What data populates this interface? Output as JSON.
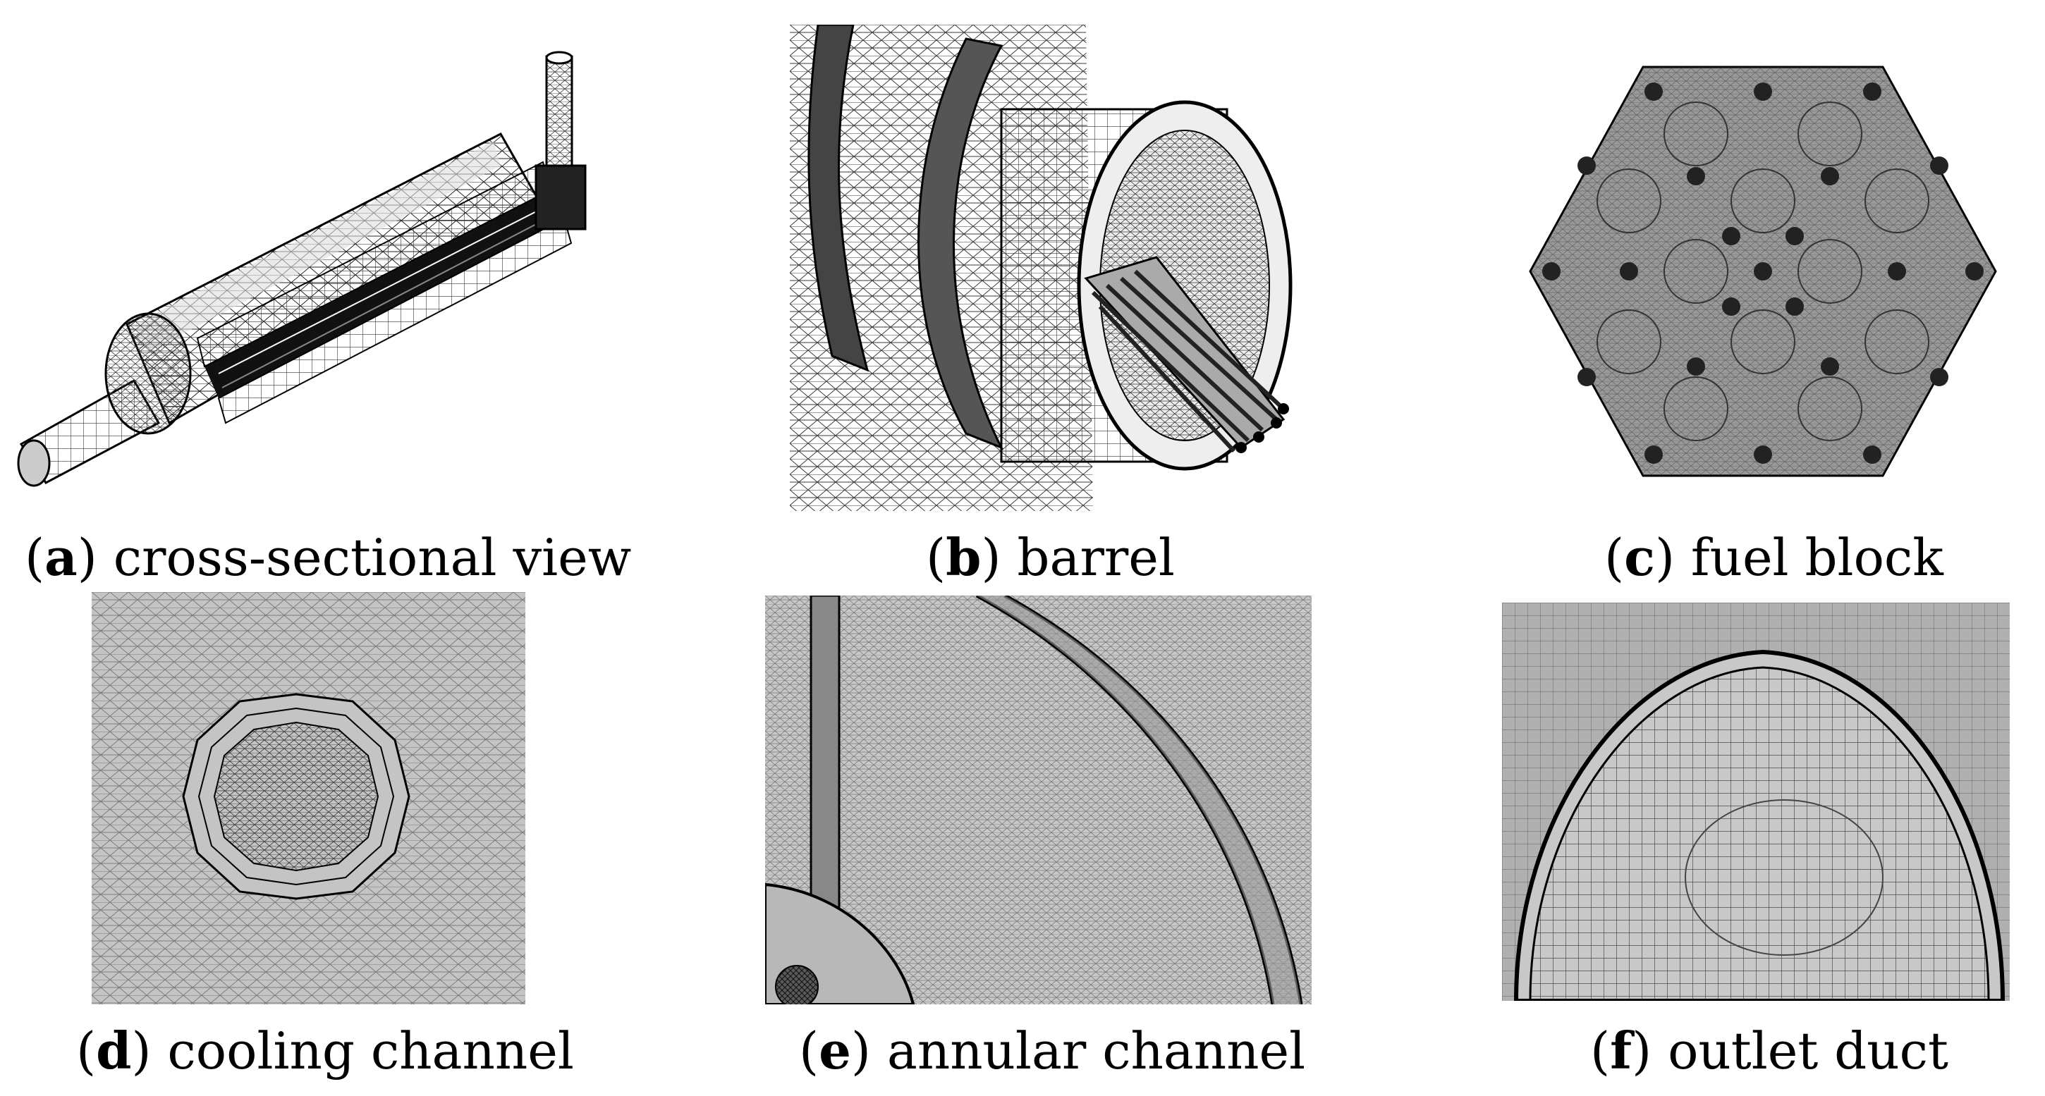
{
  "panels": [
    {
      "letter": "a",
      "label": "cross-sectional view"
    },
    {
      "letter": "b",
      "label": "barrel"
    },
    {
      "letter": "c",
      "label": "fuel block"
    },
    {
      "letter": "d",
      "label": "cooling channel"
    },
    {
      "letter": "e",
      "label": "annular channel"
    },
    {
      "letter": "f",
      "label": "outlet duct"
    }
  ]
}
